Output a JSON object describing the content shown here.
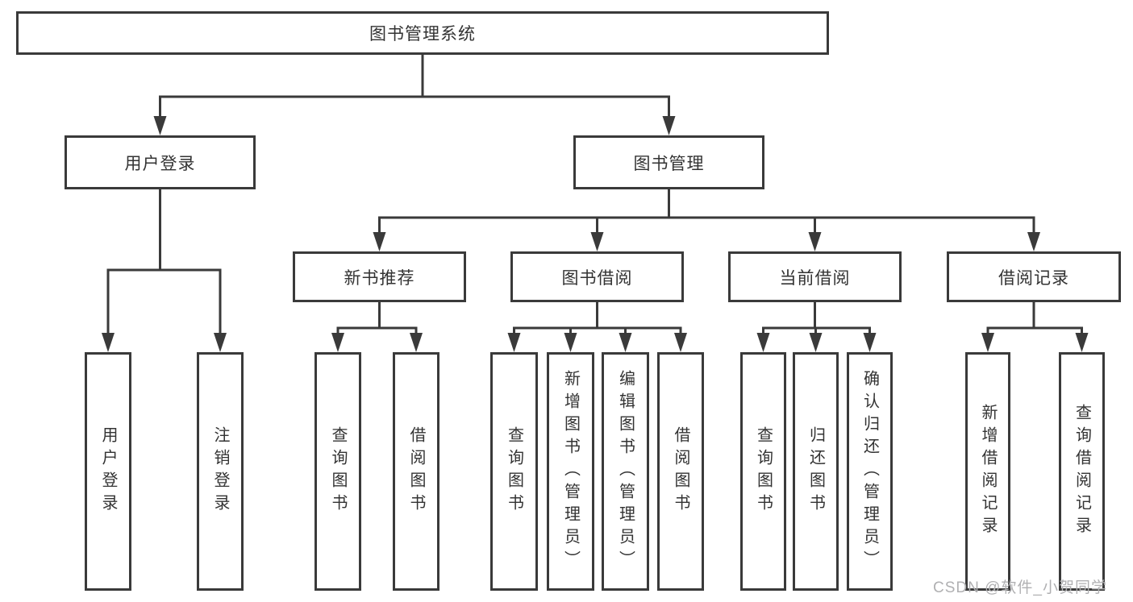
{
  "tree": {
    "root": {
      "label": "图书管理系统"
    },
    "level2": [
      {
        "label": "用户登录"
      },
      {
        "label": "图书管理"
      }
    ],
    "level3": [
      {
        "label": "新书推荐"
      },
      {
        "label": "图书借阅"
      },
      {
        "label": "当前借阅"
      },
      {
        "label": "借阅记录"
      }
    ],
    "leaves": {
      "user_login": [
        {
          "label": "用户登录"
        },
        {
          "label": "注销登录"
        }
      ],
      "new_books": [
        {
          "label": "查询图书"
        },
        {
          "label": "借阅图书"
        }
      ],
      "book_borrow": [
        {
          "label": "查询图书"
        },
        {
          "label": "新增图书（管理员）"
        },
        {
          "label": "编辑图书（管理员）"
        },
        {
          "label": "借阅图书"
        }
      ],
      "current_borrow": [
        {
          "label": "查询图书"
        },
        {
          "label": "归还图书"
        },
        {
          "label": "确认归还（管理员）"
        }
      ],
      "borrow_records": [
        {
          "label": "新增借阅记录"
        },
        {
          "label": "查询借阅记录"
        }
      ]
    }
  },
  "watermark": "CSDN @软件_小贺同学",
  "colors": {
    "line": "#3a3a3a",
    "box_border": "#3a3a3a",
    "text": "#333333",
    "watermark": "#b0b0b2",
    "background": "#ffffff"
  }
}
